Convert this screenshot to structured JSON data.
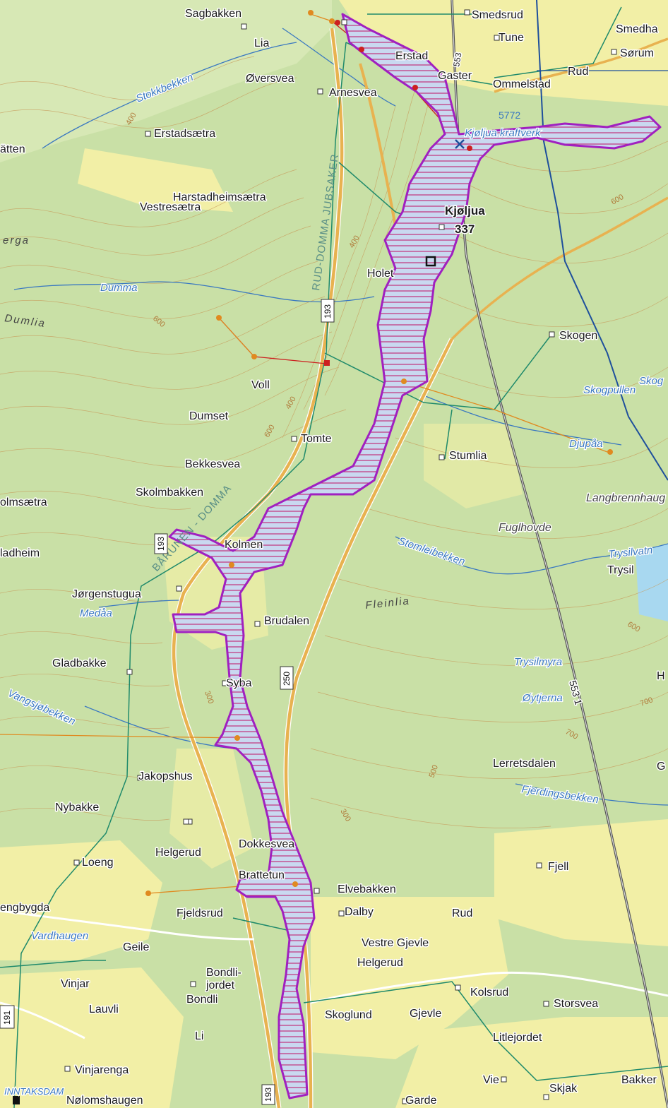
{
  "map": {
    "colors": {
      "background": "#c9e0a6",
      "farmland": "#f2efa6",
      "forest_light": "#d7e8b5",
      "contour": "#c79a5a",
      "water": "#3a78c0",
      "road": "#e8b250",
      "powerline_green": "#1f8a6b",
      "powerline_blue": "#1e4f9c",
      "railway": "#555555",
      "reservoir_outline": "#a020c0",
      "reservoir_hatch": "#c0307a",
      "orange_line": "#e08a20",
      "red_line": "#cc2020"
    },
    "places": [
      {
        "name": "Sagbakken"
      },
      {
        "name": "Lia"
      },
      {
        "name": "Smedsrud"
      },
      {
        "name": "Tune"
      },
      {
        "name": "Smedha"
      },
      {
        "name": "Sørum"
      },
      {
        "name": "Erstad"
      },
      {
        "name": "Rud"
      },
      {
        "name": "Gaster"
      },
      {
        "name": "Ommelstad"
      },
      {
        "name": "Øversvea"
      },
      {
        "name": "Arnesvea"
      },
      {
        "name": "Erstadsætra"
      },
      {
        "name": "ätten"
      },
      {
        "name": "Harstadheimsætra"
      },
      {
        "name": "Vestresætra"
      },
      {
        "name": "Kjøljua"
      },
      {
        "name": "Holet"
      },
      {
        "name": "Skogen"
      },
      {
        "name": "Voll"
      },
      {
        "name": "Dumset"
      },
      {
        "name": "Tomte"
      },
      {
        "name": "Stumlia"
      },
      {
        "name": "Bekkesvea"
      },
      {
        "name": "Skolmbakken"
      },
      {
        "name": "olmsætra"
      },
      {
        "name": "Langbrennhaug"
      },
      {
        "name": "Fuglhovde"
      },
      {
        "name": "ladheim"
      },
      {
        "name": "Kolmen"
      },
      {
        "name": "Trysil"
      },
      {
        "name": "Jørgenstugua"
      },
      {
        "name": "Brudalen"
      },
      {
        "name": "Gladbakke"
      },
      {
        "name": "Syba"
      },
      {
        "name": "Jakopshus"
      },
      {
        "name": "Lerretsdalen"
      },
      {
        "name": "Nybakke"
      },
      {
        "name": "Dokkesvea"
      },
      {
        "name": "Helgerud"
      },
      {
        "name": "Loeng"
      },
      {
        "name": "Brattetun"
      },
      {
        "name": "Elvebakken"
      },
      {
        "name": "Fjell"
      },
      {
        "name": "engbygda"
      },
      {
        "name": "Fjeldsrud"
      },
      {
        "name": "Dalby"
      },
      {
        "name": "Rud"
      },
      {
        "name": "Geile"
      },
      {
        "name": "Vestre Gjevle"
      },
      {
        "name": "Helgerud"
      },
      {
        "name": "Bondli-"
      },
      {
        "name": "jordet"
      },
      {
        "name": "Vinjar"
      },
      {
        "name": "Bondli"
      },
      {
        "name": "Kolsrud"
      },
      {
        "name": "Lauvli"
      },
      {
        "name": "Skoglund"
      },
      {
        "name": "Gjevle"
      },
      {
        "name": "Storsvea"
      },
      {
        "name": "Li"
      },
      {
        "name": "Litlejordet"
      },
      {
        "name": "Vinjarenga"
      },
      {
        "name": "Vie"
      },
      {
        "name": "Skjak"
      },
      {
        "name": "Bakker"
      },
      {
        "name": "Nølomshaugen"
      },
      {
        "name": "Garde"
      },
      {
        "name": "G"
      },
      {
        "name": "H"
      }
    ],
    "water_names": [
      {
        "name": "Stokkbekken"
      },
      {
        "name": "Dumma"
      },
      {
        "name": "Skogpullen"
      },
      {
        "name": "Skog"
      },
      {
        "name": "Djupåa"
      },
      {
        "name": "Stomleibekken"
      },
      {
        "name": "Trysilvatn"
      },
      {
        "name": "Medåa"
      },
      {
        "name": "Vangsjøbekken"
      },
      {
        "name": "Trysilmyra"
      },
      {
        "name": "Øytjerna"
      },
      {
        "name": "Fjerdingsbekken"
      },
      {
        "name": "Vardhaugen"
      }
    ],
    "area_names": [
      {
        "name": "erga"
      },
      {
        "name": "Dumlia"
      },
      {
        "name": "Fleinlia"
      }
    ],
    "line_names": [
      {
        "name": "RUD-DOMMA JUBSAKER"
      },
      {
        "name": "BÅRUNEN - DOMMA"
      }
    ],
    "features": {
      "powerstation_label": "Kjøljua kraftverk",
      "dam_label": "INNTAKSDAM",
      "spot_height": "337",
      "line_number_5772": "5772",
      "line_number_5531": "553 1",
      "line_number_5532": "553"
    },
    "roads": [
      {
        "number": "193"
      },
      {
        "number": "250"
      },
      {
        "number": "191"
      },
      {
        "number": "193"
      },
      {
        "number": "193"
      }
    ],
    "contour_labels": [
      "400",
      "600",
      "400",
      "400",
      "600",
      "600",
      "700",
      "500",
      "300",
      "700",
      "600",
      "300"
    ]
  }
}
